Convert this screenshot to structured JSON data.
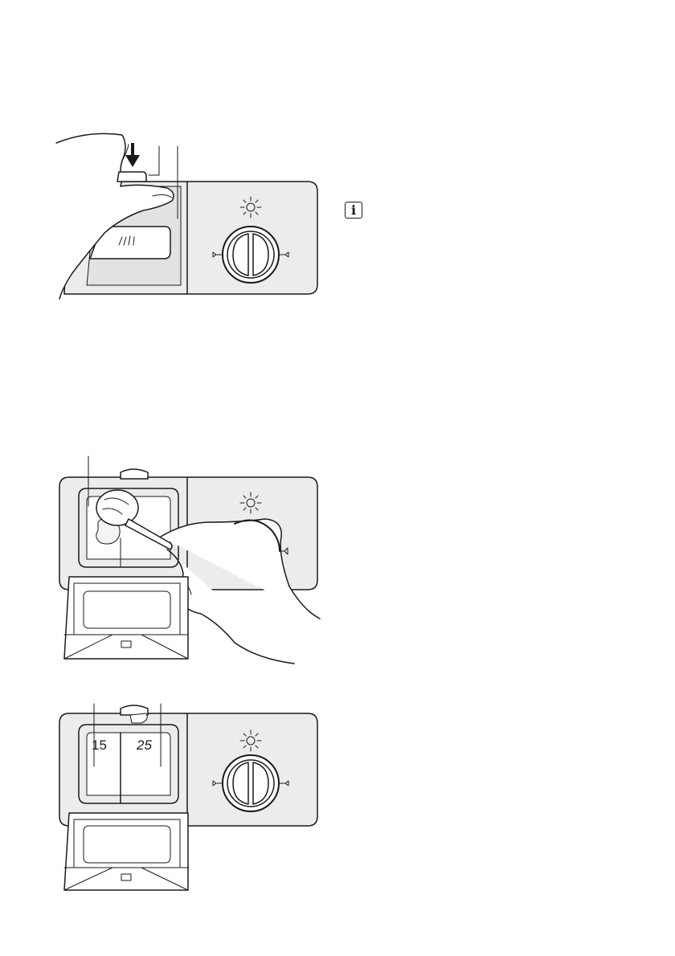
{
  "info_icon": {
    "glyph": "i"
  },
  "figure3": {
    "setting_low": "15",
    "setting_high": "25"
  }
}
